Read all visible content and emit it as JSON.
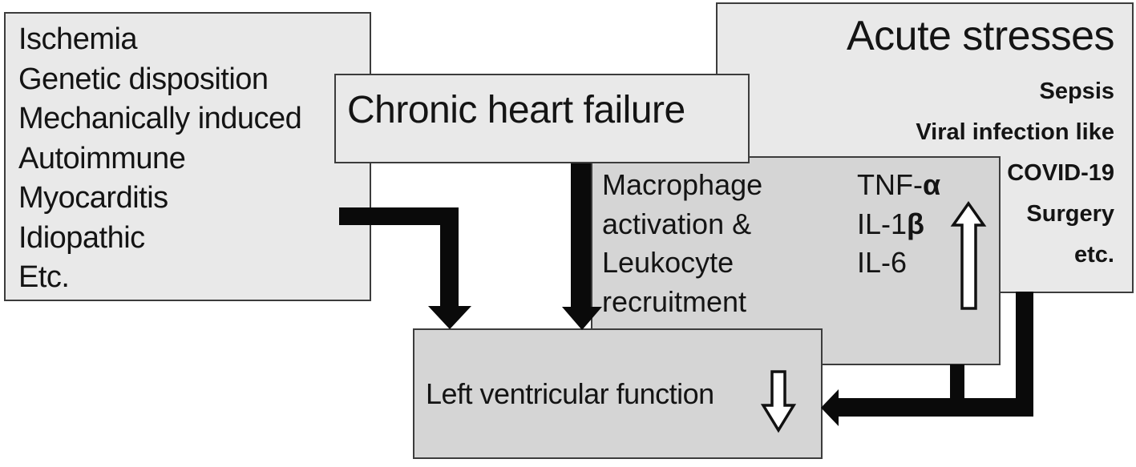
{
  "figure": {
    "colors": {
      "background": "#ffffff",
      "box_light": "#e9e9e9",
      "box_dark": "#d5d5d5",
      "border": "#3c3c3c",
      "arrow_black": "#0a0a0a",
      "arrow_white": "#ffffff",
      "text": "#141414"
    },
    "boxes": {
      "chronic_causes": {
        "items": [
          "Ischemia",
          "Genetic disposition",
          "Mechanically induced",
          "Autoimmune",
          "Myocarditis",
          "Idiopathic",
          "Etc."
        ]
      },
      "chronic_heart_failure": {
        "label": "Chronic heart failure"
      },
      "acute_stresses": {
        "title": "Acute stresses",
        "items": [
          "Sepsis",
          "Viral infection like",
          "COVID-19",
          "Surgery",
          "etc."
        ]
      },
      "inflammation": {
        "process_lines": [
          "Macrophage",
          "activation &",
          "Leukocyte",
          "recruitment"
        ],
        "cytokines": [
          {
            "base": "TNF-",
            "greek": "α"
          },
          {
            "base": "IL-1",
            "greek": "β"
          },
          {
            "base": "IL-6",
            "greek": ""
          }
        ]
      },
      "left_ventricular_function": {
        "label": "Left ventricular function"
      }
    },
    "icons": {
      "cytokines_trend": "up-arrow",
      "lv_function_trend": "down-arrow"
    }
  }
}
